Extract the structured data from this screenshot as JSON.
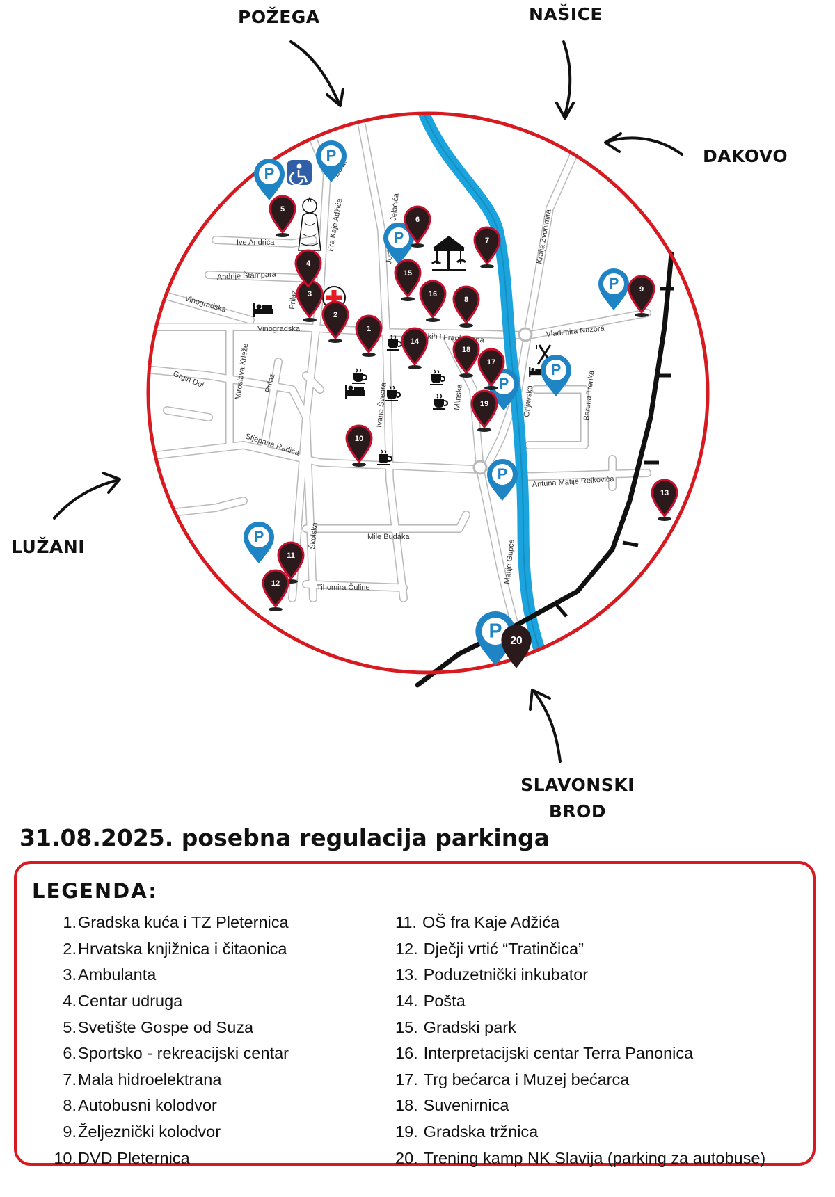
{
  "directions": {
    "pozega": "POŽEGA",
    "nasice": "NAŠICE",
    "dakovo": "DAKOVO",
    "luzani": "LUŽANI",
    "slavonski_brod_1": "SLAVONSKI",
    "slavonski_brod_2": "BROD"
  },
  "streets": {
    "dolac": "Dolac",
    "fra_kaje": "Fra Kaje Adžića",
    "ive_andrica": "Ive Andrića",
    "josipa_bana": "Josipa bana Jelačića",
    "kralja_zvonimira": "Kralja Zvonimira",
    "andrije_stampara": "Andrije Štampara",
    "prilaz_1": "Prilaz",
    "vinogradska_1": "Vinogradska",
    "vinogradska_2": "Vinogradska",
    "zrinskih": "Zrinskih i Frankopana",
    "vladimira_nazora": "Vladimira Nazora",
    "miroslava_krleze": "Miroslava Krleže",
    "grgin_dol": "Grgin Dol",
    "prilaz_2": "Prilaz",
    "ivana_sveara": "Ivana Šveara",
    "mlinska": "Mlinska",
    "orljavska": "Orljavska",
    "baruna_trenka": "Baruna Trenka",
    "stjepana_radica": "Stjepana Radića",
    "antuna_matije": "Antuna Matije Relkovića",
    "skolska": "Školska",
    "mile_budaka": "Mile Budaka",
    "matije_gupca": "Matije Gupca",
    "tihomira_culine": "Tihomira Čuline"
  },
  "markers": {
    "m1": "1",
    "m2": "2",
    "m3": "3",
    "m4": "4",
    "m5": "5",
    "m6": "6",
    "m7": "7",
    "m8": "8",
    "m9": "9",
    "m10": "10",
    "m11": "11",
    "m12": "12",
    "m13": "13",
    "m14": "14",
    "m15": "15",
    "m16": "16",
    "m17": "17",
    "m18": "18",
    "m19": "19",
    "m20": "20"
  },
  "parking_symbol": "P",
  "icons": [
    "parking-marker-icon",
    "accessibility-icon",
    "church-statue-icon",
    "carousel-icon",
    "red-cross-icon",
    "bed-icon",
    "coffee-cup-icon",
    "restaurant-icon",
    "hotel-icon",
    "direction-arrow-icon",
    "railway-icon",
    "river-icon"
  ],
  "colors": {
    "ring": "#d71920",
    "river": "#1aa3dc",
    "parking": "#1f84c4",
    "marker": "#2a1a1c",
    "marker_ring": "#c8102e",
    "railway": "#111111",
    "street": "#b5b5b5"
  },
  "heading": "31.08.2025. posebna regulacija parkinga",
  "legend": {
    "title": "LEGENDA:",
    "col1": [
      {
        "num": "1.",
        "text": "Gradska kuća i TZ Pleternica"
      },
      {
        "num": "2.",
        "text": "Hrvatska knjižnica i čitaonica"
      },
      {
        "num": "3.",
        "text": "Ambulanta"
      },
      {
        "num": "4.",
        "text": "Centar udruga"
      },
      {
        "num": "5.",
        "text": "Svetište Gospe od Suza"
      },
      {
        "num": "6.",
        "text": "Sportsko - rekreacijski centar"
      },
      {
        "num": "7.",
        "text": "Mala hidroelektrana"
      },
      {
        "num": "8.",
        "text": "Autobusni kolodvor"
      },
      {
        "num": "9.",
        "text": "Željeznički kolodvor"
      },
      {
        "num": "10.",
        "text": "DVD Pleternica"
      }
    ],
    "col2": [
      {
        "num": "11.",
        "text": "OŠ fra Kaje Adžića"
      },
      {
        "num": "12.",
        "text": "Dječji vrtić “Tratinčica”"
      },
      {
        "num": "13.",
        "text": "Poduzetnički inkubator"
      },
      {
        "num": "14.",
        "text": "Pošta"
      },
      {
        "num": "15.",
        "text": "Gradski park"
      },
      {
        "num": "16.",
        "text": "Interpretacijski centar Terra Panonica"
      },
      {
        "num": "17.",
        "text": "Trg bećarca i Muzej bećarca"
      },
      {
        "num": "18.",
        "text": "Suvenirnica"
      },
      {
        "num": "19.",
        "text": "Gradska tržnica"
      },
      {
        "num": "20.",
        "text": "Trening kamp NK Slavija (parking za autobuse)"
      }
    ]
  }
}
